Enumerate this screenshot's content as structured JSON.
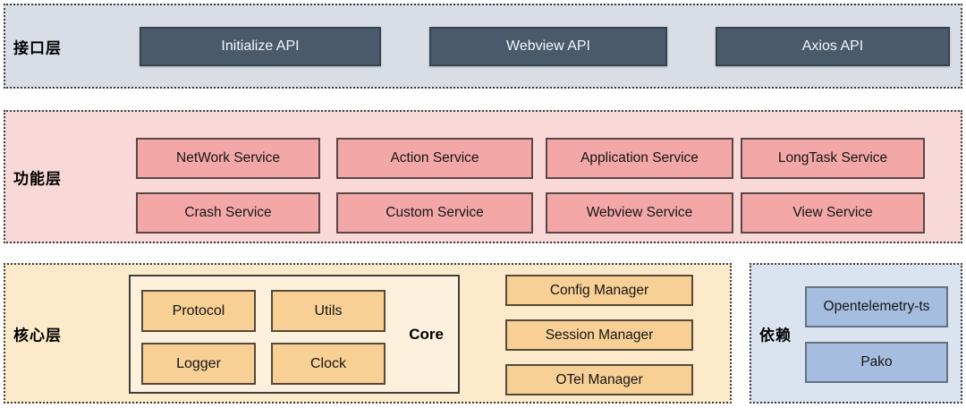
{
  "diagram": {
    "layers": {
      "interface": {
        "label": "接口层",
        "items": [
          "Initialize API",
          "Webview API",
          "Axios API"
        ]
      },
      "function": {
        "label": "功能层",
        "items": [
          "NetWork Service",
          "Action Service",
          "Application Service",
          "LongTask Service",
          "Crash Service",
          "Custom Service",
          "Webview Service",
          "View Service"
        ]
      },
      "core": {
        "label": "核心层",
        "core_group": {
          "label": "Core",
          "items": [
            "Protocol",
            "Utils",
            "Logger",
            "Clock"
          ]
        },
        "managers": [
          "Config Manager",
          "Session Manager",
          "OTel Manager"
        ]
      },
      "dependencies": {
        "label": "依赖",
        "items": [
          "Opentelemetry-ts",
          "Pako"
        ]
      }
    }
  },
  "colors": {
    "interface_bg": "#d9dde5",
    "api_btn_bg": "#495a6b",
    "api_btn_border": "#36434f",
    "function_bg": "#f9d8d8",
    "service_bg": "#f3a7a7",
    "service_border": "#5a4747",
    "core_bg": "#fdeacb",
    "core_group_bg": "#fdf1dd",
    "orange_bg": "#f8cf95",
    "orange_border": "#54493a",
    "deps_bg": "#dce3f0",
    "deps_box_bg": "#a5bddf",
    "deps_box_border": "#667181"
  }
}
